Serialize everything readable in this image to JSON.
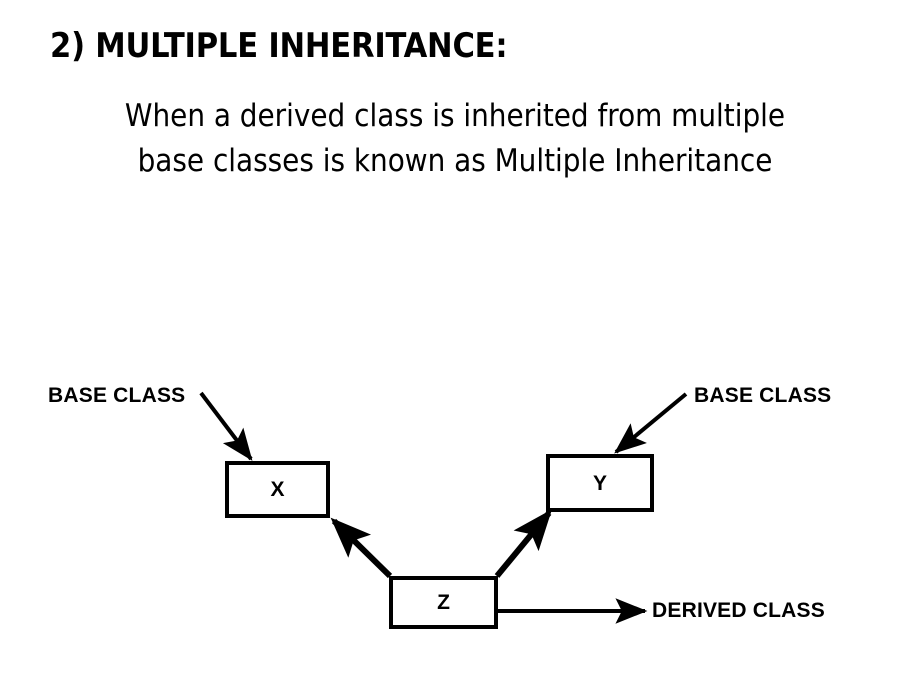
{
  "slide": {
    "title": "2) MULTIPLE INHERITANCE:",
    "body_lines": [
      "When a derived class is inherited from multiple",
      "base classes is known as Multiple Inheritance"
    ],
    "background_color": "#FFFFFF",
    "ink_color": "#000000"
  },
  "diagram": {
    "type": "multiple-inheritance-class-diagram",
    "boxes": [
      {
        "id": "x",
        "label": "X",
        "role": "base class"
      },
      {
        "id": "y",
        "label": "Y",
        "role": "base class"
      },
      {
        "id": "z",
        "label": "Z",
        "role": "derived class"
      }
    ],
    "annotations": [
      {
        "id": "base-left",
        "text": "BASE CLASS",
        "points_to": "X"
      },
      {
        "id": "base-right",
        "text": "BASE CLASS",
        "points_to": "Y"
      },
      {
        "id": "derived",
        "text": "DERIVED CLASS",
        "points_from": "Z"
      }
    ],
    "inheritance_arrows": [
      {
        "from": "Z",
        "to": "X"
      },
      {
        "from": "Z",
        "to": "Y"
      }
    ]
  }
}
